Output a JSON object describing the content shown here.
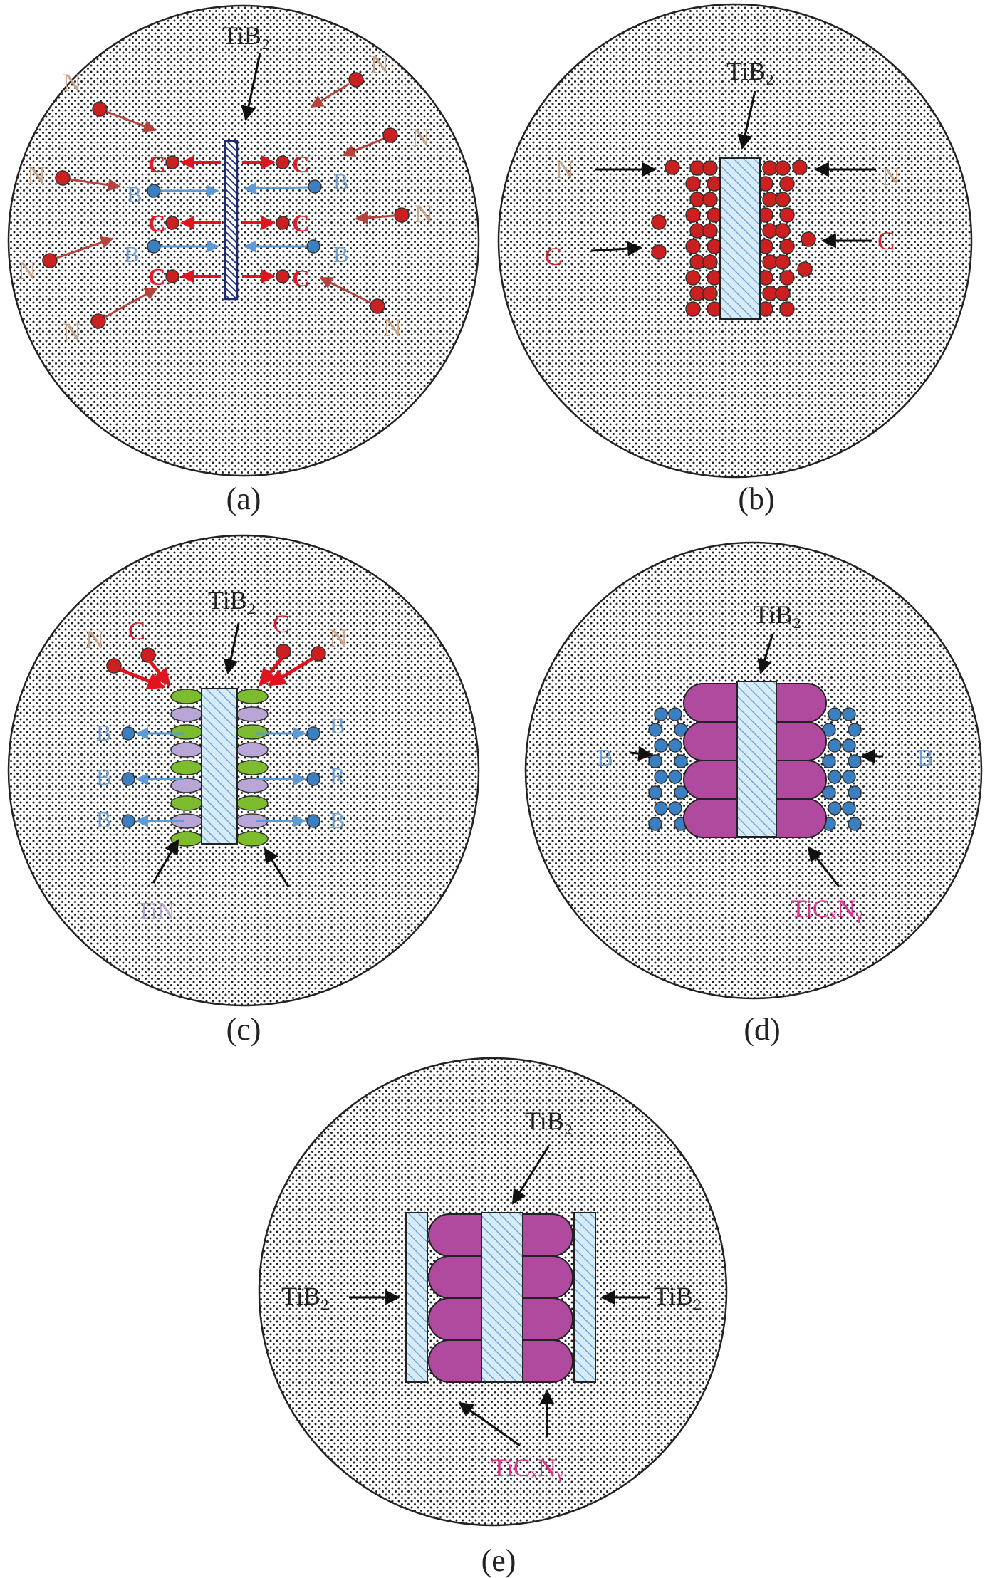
{
  "colors": {
    "red_particle": "#cc1f1f",
    "blue_particle": "#3a7fc1",
    "tin_green": "#7dbb2f",
    "tin_purple": "#b8a6d6",
    "ticn_magenta": "#b04a9e",
    "n_label": "#c9a48a",
    "c_label": "#e01d2a",
    "b_label": "#6fa0d6",
    "ticn_label": "#e0328f",
    "tin_label": "#b8a6d6",
    "red_arrow": "#b5443d",
    "blue_arrow": "#5c9ad8",
    "hatch_fill": "#d7ebf8"
  },
  "panels": {
    "a": {
      "caption": "(a)",
      "tib2_label": "TiB₂",
      "n_labels": [
        "N",
        "N",
        "N",
        "N",
        "N",
        "N",
        "N",
        "N"
      ],
      "c_labels": [
        "C",
        "C",
        "C",
        "C",
        "C",
        "C"
      ],
      "b_labels": [
        "B",
        "B",
        "B",
        "B"
      ]
    },
    "b": {
      "caption": "(b)",
      "tib2_label": "TiB₂",
      "n_left": "N",
      "n_right": "N",
      "c_left": "C",
      "c_right": "C"
    },
    "c": {
      "caption": "(c)",
      "tib2_label": "TiB₂",
      "n_left": "N",
      "c_left": "C",
      "c_right": "C",
      "n_right": "N",
      "b_labels": [
        "B",
        "B",
        "B",
        "B",
        "R",
        "B"
      ],
      "tin_label": "TiN"
    },
    "d": {
      "caption": "(d)",
      "tib2_label": "TiB₂",
      "b_left": "B",
      "b_right": "B",
      "ticn_label": "TiCₓNᵧ"
    },
    "e": {
      "caption": "(e)",
      "tib2_top": "TiB₂",
      "tib2_left": "TiB₂",
      "tib2_right": "TiB₂",
      "ticn_label": "TiCₓNᵧ"
    }
  }
}
